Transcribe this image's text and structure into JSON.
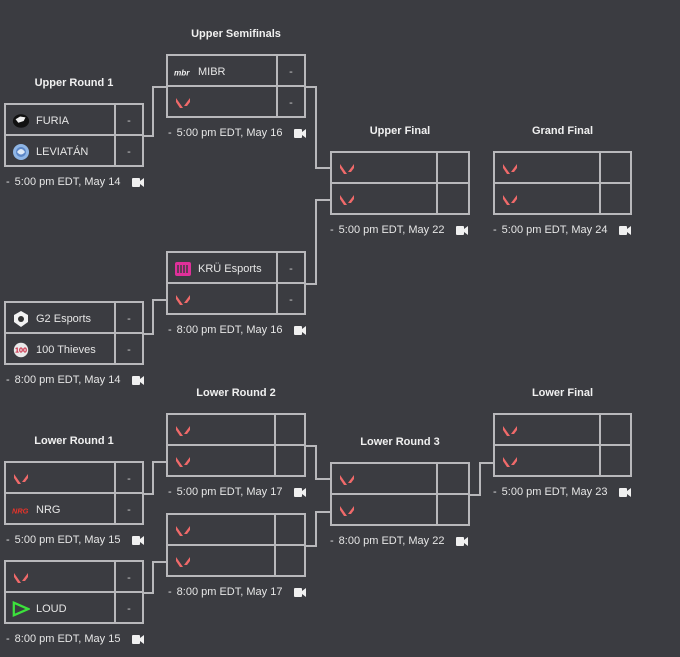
{
  "colors": {
    "background": "#3b3c41",
    "border": "#b8b8bb",
    "valorant_red": "#f06a6a",
    "kru_pink": "#e0309a",
    "loud_green": "#3ce23c",
    "nrg_red": "#e8332a"
  },
  "headers": {
    "upper_round_1": "Upper Round 1",
    "upper_semifinals": "Upper Semifinals",
    "upper_final": "Upper Final",
    "grand_final": "Grand Final",
    "lower_round_1": "Lower Round 1",
    "lower_round_2": "Lower Round 2",
    "lower_round_3": "Lower Round 3",
    "lower_final": "Lower Final"
  },
  "matches": {
    "ur1_a": {
      "team1": {
        "name": "FURIA",
        "score": "-",
        "icon": "furia-logo-icon"
      },
      "team2": {
        "name": "LEVIATÁN",
        "score": "-",
        "icon": "leviatan-logo-icon"
      },
      "time": "5:00 pm EDT, May 14"
    },
    "ur1_b": {
      "team1": {
        "name": "G2 Esports",
        "score": "-",
        "icon": "g2-logo-icon"
      },
      "team2": {
        "name": "100 Thieves",
        "score": "-",
        "icon": "100-thieves-logo-icon"
      },
      "time": "8:00 pm EDT, May 14"
    },
    "usf_a": {
      "team1": {
        "name": "MIBR",
        "score": "-",
        "icon": "mibr-logo-icon"
      },
      "team2": {
        "name": "",
        "score": "-",
        "icon": "valorant-icon"
      },
      "time": "5:00 pm EDT, May 16"
    },
    "usf_b": {
      "team1": {
        "name": "KRÜ Esports",
        "score": "-",
        "icon": "kru-logo-icon"
      },
      "team2": {
        "name": "",
        "score": "-",
        "icon": "valorant-icon"
      },
      "time": "8:00 pm EDT, May 16"
    },
    "uf": {
      "team1": {
        "name": "",
        "score": "",
        "icon": "valorant-icon"
      },
      "team2": {
        "name": "",
        "score": "",
        "icon": "valorant-icon"
      },
      "time": "5:00 pm EDT, May 22"
    },
    "gf": {
      "team1": {
        "name": "",
        "score": "",
        "icon": "valorant-icon"
      },
      "team2": {
        "name": "",
        "score": "",
        "icon": "valorant-icon"
      },
      "time": "5:00 pm EDT, May 24"
    },
    "lr1_a": {
      "team1": {
        "name": "",
        "score": "-",
        "icon": "valorant-icon"
      },
      "team2": {
        "name": "NRG",
        "score": "-",
        "icon": "nrg-logo-icon"
      },
      "time": "5:00 pm EDT, May 15"
    },
    "lr1_b": {
      "team1": {
        "name": "",
        "score": "-",
        "icon": "valorant-icon"
      },
      "team2": {
        "name": "LOUD",
        "score": "-",
        "icon": "loud-logo-icon"
      },
      "time": "8:00 pm EDT, May 15"
    },
    "lr2_a": {
      "team1": {
        "name": "",
        "score": "",
        "icon": "valorant-icon"
      },
      "team2": {
        "name": "",
        "score": "",
        "icon": "valorant-icon"
      },
      "time": "5:00 pm EDT, May 17"
    },
    "lr2_b": {
      "team1": {
        "name": "",
        "score": "",
        "icon": "valorant-icon"
      },
      "team2": {
        "name": "",
        "score": "",
        "icon": "valorant-icon"
      },
      "time": "8:00 pm EDT, May 17"
    },
    "lr3": {
      "team1": {
        "name": "",
        "score": "",
        "icon": "valorant-icon"
      },
      "team2": {
        "name": "",
        "score": "",
        "icon": "valorant-icon"
      },
      "time": "8:00 pm EDT, May 22"
    },
    "lf": {
      "team1": {
        "name": "",
        "score": "",
        "icon": "valorant-icon"
      },
      "team2": {
        "name": "",
        "score": "",
        "icon": "valorant-icon"
      },
      "time": "5:00 pm EDT, May 23"
    }
  }
}
